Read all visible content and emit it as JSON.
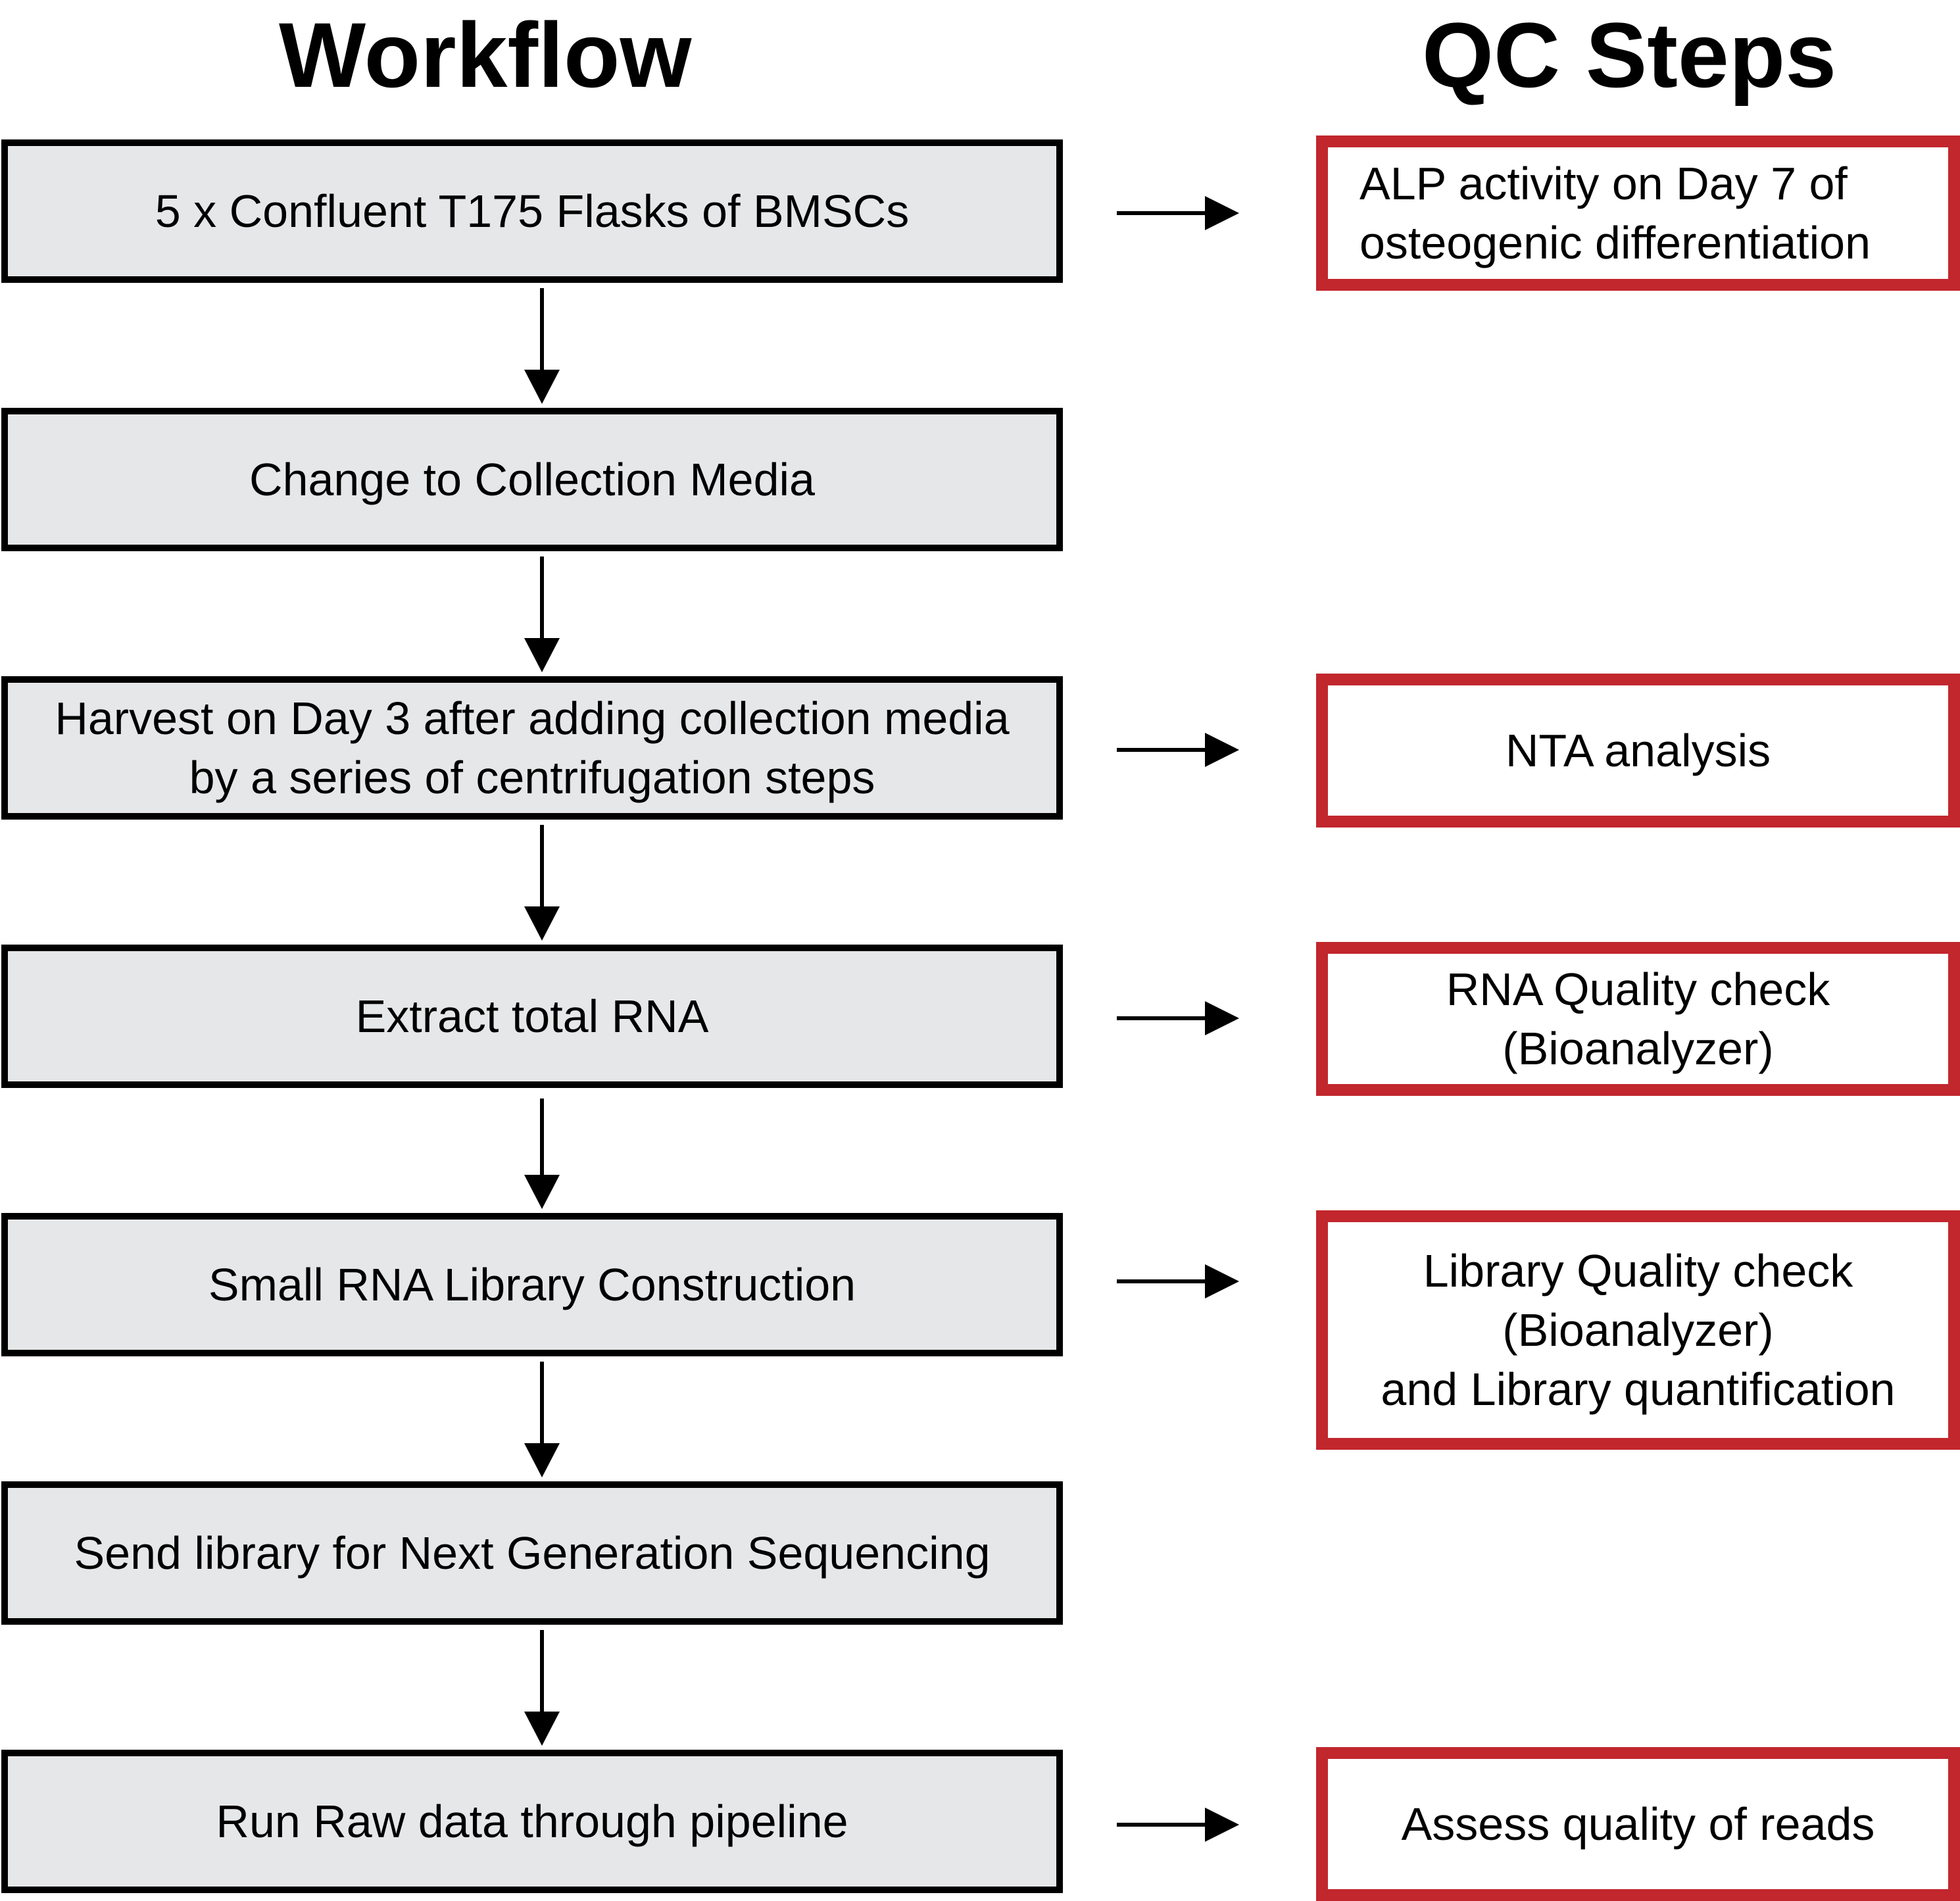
{
  "headings": {
    "workflow": "Workflow",
    "qc": "QC Steps"
  },
  "workflow_steps": [
    "5 x Confluent T175 Flasks of BMSCs",
    "Change to Collection Media",
    "Harvest on Day 3 after adding collection media\nby a series of centrifugation steps",
    "Extract total RNA",
    "Small RNA Library Construction",
    "Send library for Next Generation Sequencing",
    "Run Raw data through pipeline"
  ],
  "qc_steps": [
    "ALP activity on Day 7 of\nosteogenic differentiation",
    "NTA analysis",
    "RNA Quality check\n(Bioanalyzer)",
    "Library Quality check\n(Bioanalyzer)\nand Library quantification",
    "Assess quality of reads"
  ],
  "colors": {
    "workflow_fill": "#e6e7e8",
    "qc_border": "#c1272d",
    "outline": "#000000"
  }
}
